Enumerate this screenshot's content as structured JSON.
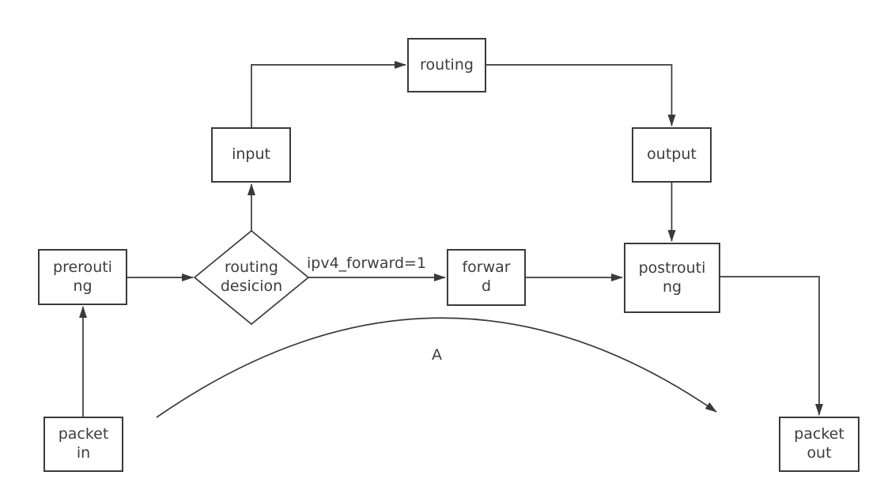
{
  "diagram": {
    "nodes": {
      "packet_in": {
        "label": "packet\nin"
      },
      "prerouting": {
        "label": "prerouti\nng"
      },
      "routing_decision": {
        "label": "routing\ndesicion"
      },
      "input": {
        "label": "input"
      },
      "routing": {
        "label": "routing"
      },
      "output": {
        "label": "output"
      },
      "forward": {
        "label": "forwar\nd"
      },
      "postrouting": {
        "label": "postrouti\nng"
      },
      "packet_out": {
        "label": "packet\nout"
      }
    },
    "edge_labels": {
      "ipv4_forward": "ipv4_forward=1",
      "bypass_curve": "A"
    },
    "colors": {
      "stroke": "#3a3a3a",
      "text": "#3d3d3d",
      "background": "#ffffff"
    }
  }
}
